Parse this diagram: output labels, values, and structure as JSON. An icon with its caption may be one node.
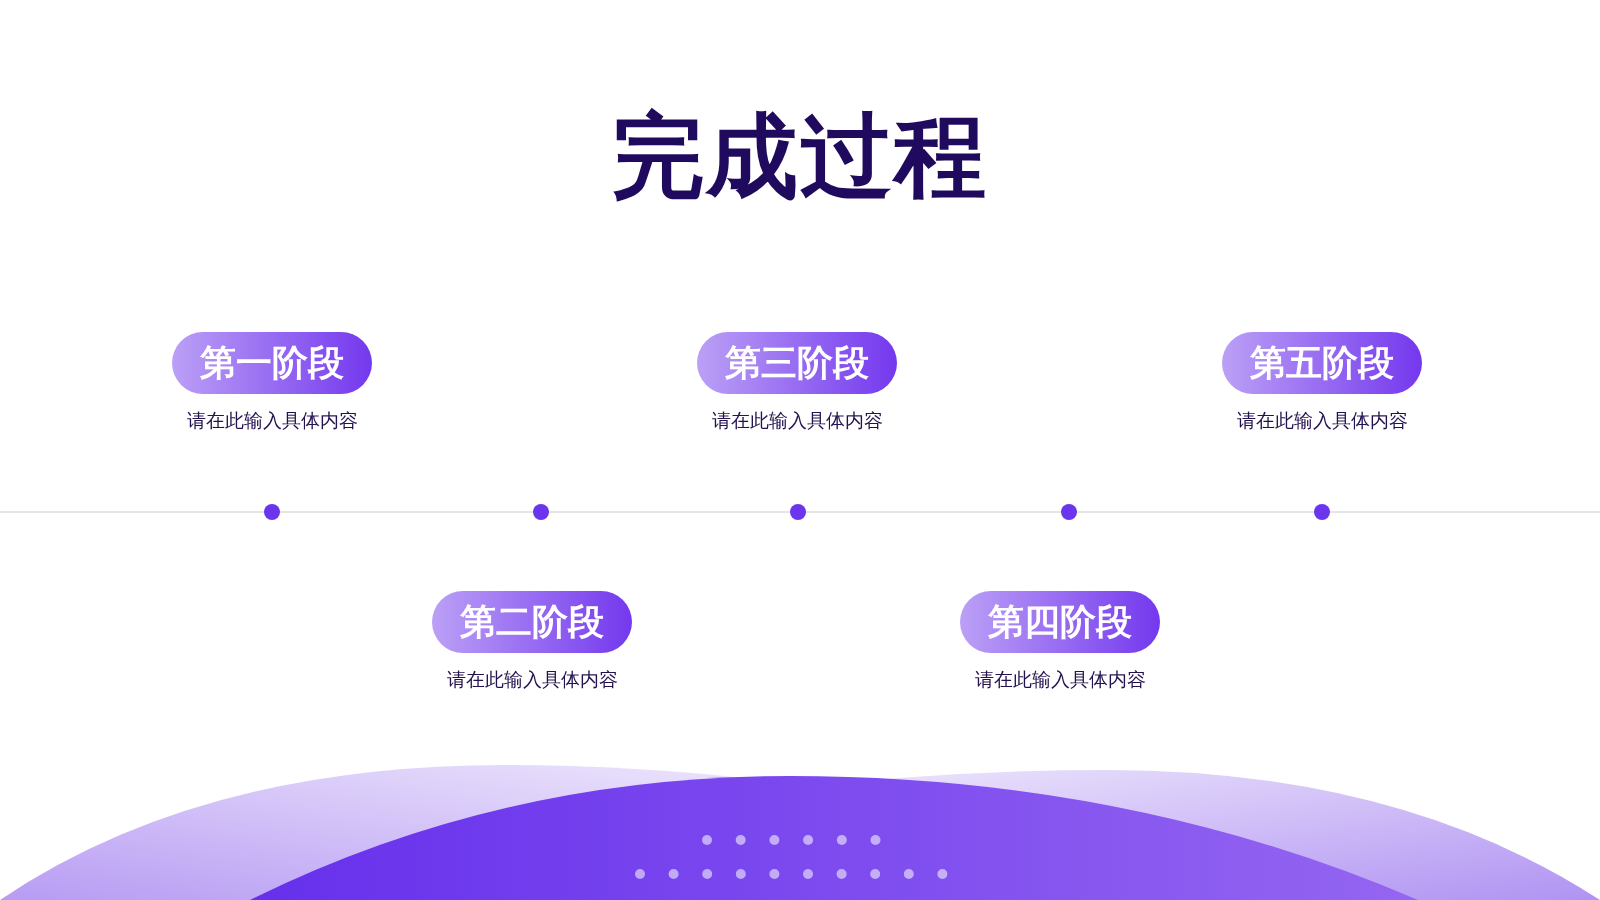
{
  "diagram": {
    "title": "完成过程",
    "nodes": [
      {
        "text": [
          "第一阶段"
        ],
        "beside": [
          "请在此输入具体内容"
        ]
      },
      {
        "text": [
          "第二阶段"
        ],
        "beside": [
          "请在此输入具体内容"
        ]
      },
      {
        "text": [
          "第三阶段"
        ],
        "beside": [
          "请在此输入具体内容"
        ]
      },
      {
        "text": [
          "第四阶段"
        ],
        "beside": [
          "请在此输入具体内容"
        ]
      },
      {
        "text": [
          "第五阶段"
        ],
        "beside": [
          "请在此输入具体内容"
        ]
      }
    ],
    "edges": []
  }
}
